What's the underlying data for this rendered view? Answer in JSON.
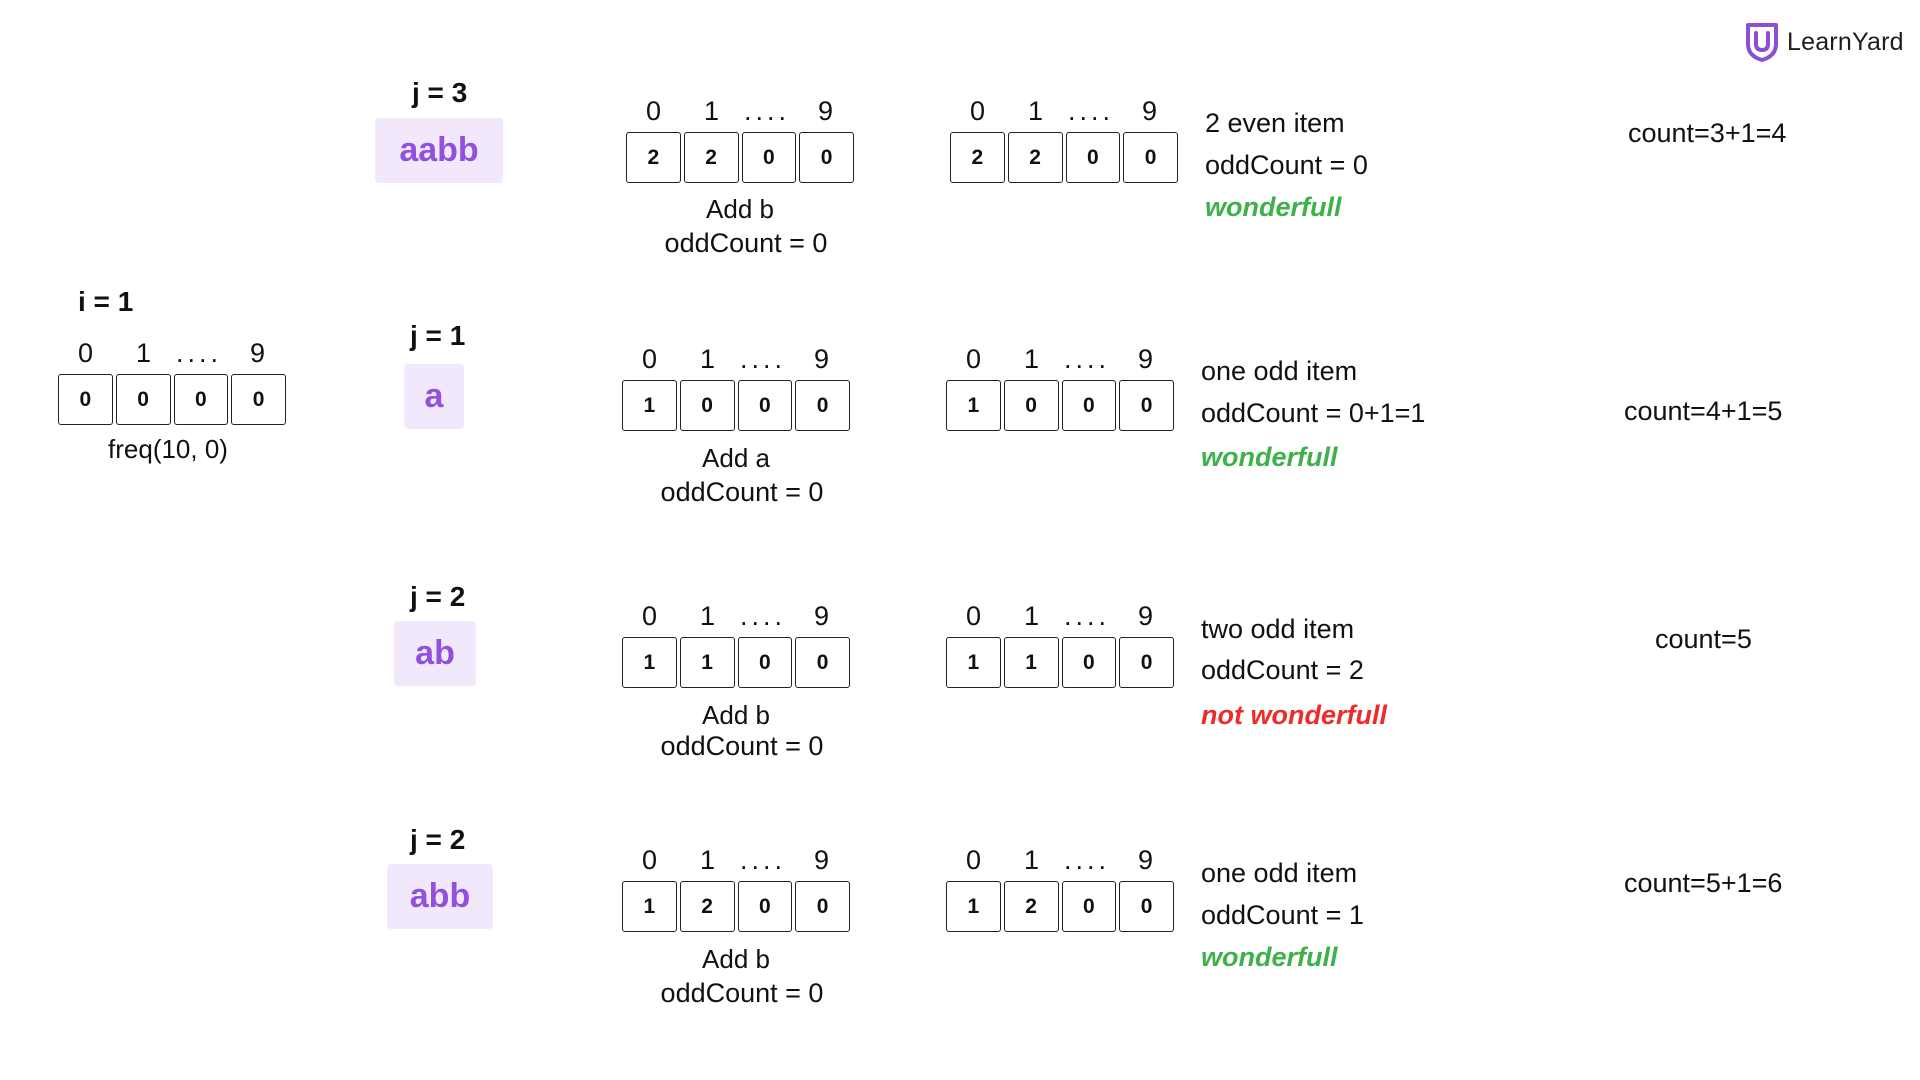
{
  "logo": {
    "text": "LearnYard"
  },
  "colors": {
    "accent": "#9150de",
    "pill_bg": "#f1e9fb",
    "ok": "#3fb04a",
    "bad": "#ee2a2a"
  },
  "index_labels": {
    "first": "0",
    "second": "1",
    "dots": "....",
    "last": "9"
  },
  "init": {
    "label": "i = 1",
    "cells": [
      "0",
      "0",
      "0",
      "0"
    ],
    "caption": "freq(10, 0)"
  },
  "rows": [
    {
      "j": "j = 3",
      "substr": "aabb",
      "before": [
        "2",
        "2",
        "0",
        "0"
      ],
      "op": "Add b",
      "op_odd": "oddCount = 0",
      "after": [
        "2",
        "2",
        "0",
        "0"
      ],
      "desc": "2 even item",
      "odd": "oddCount = 0",
      "verdict": "wonderfull",
      "count": "count=3+1=4"
    },
    {
      "j": "j = 1",
      "substr": "a",
      "before": [
        "1",
        "0",
        "0",
        "0"
      ],
      "op": "Add a",
      "op_odd": "oddCount = 0",
      "after": [
        "1",
        "0",
        "0",
        "0"
      ],
      "desc": "one odd item",
      "odd": "oddCount = 0+1=1",
      "verdict": "wonderfull",
      "count": "count=4+1=5"
    },
    {
      "j": "j = 2",
      "substr": "ab",
      "before": [
        "1",
        "1",
        "0",
        "0"
      ],
      "op": "Add b",
      "op_odd": "oddCount = 0",
      "after": [
        "1",
        "1",
        "0",
        "0"
      ],
      "desc": "two odd item",
      "odd": "oddCount = 2",
      "verdict": "not wonderfull",
      "count": "count=5"
    },
    {
      "j": "j = 2",
      "substr": "abb",
      "before": [
        "1",
        "2",
        "0",
        "0"
      ],
      "op": "Add b",
      "op_odd": "oddCount = 0",
      "after": [
        "1",
        "2",
        "0",
        "0"
      ],
      "desc": "one odd item",
      "odd": "oddCount = 1",
      "verdict": "wonderfull",
      "count": "count=5+1=6"
    }
  ]
}
